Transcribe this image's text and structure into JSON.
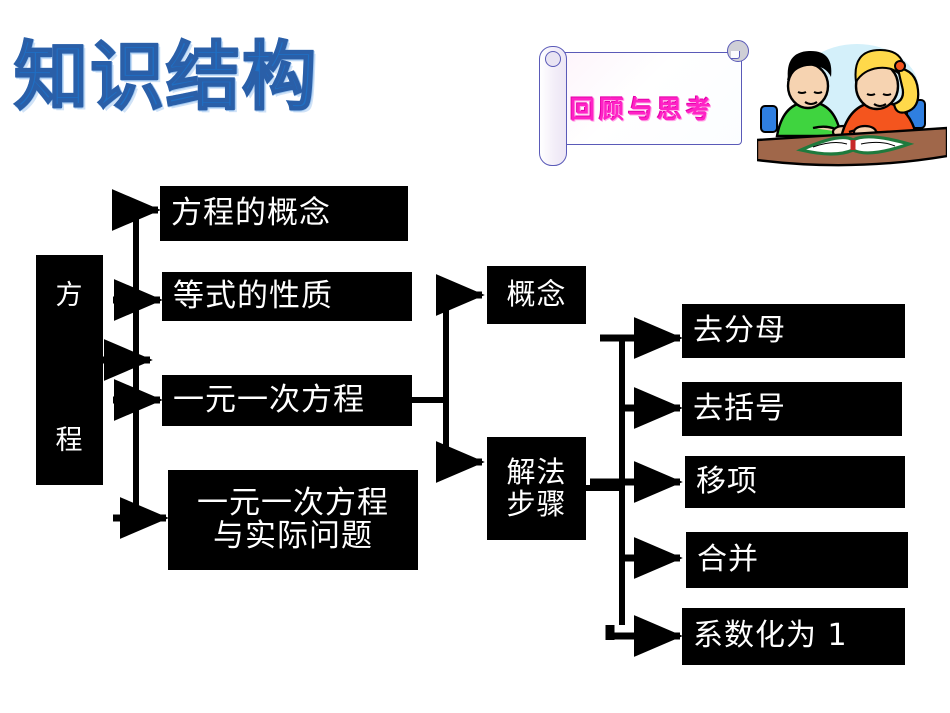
{
  "slide": {
    "title": "知识结构",
    "banner_text": "回顾与思考",
    "title_color": "#1f6fc4",
    "banner_text_color": "#ff22c6",
    "box_fill": "#000000",
    "box_text_color": "#ffffff",
    "background": "#ffffff"
  },
  "clipart": {
    "name": "two-students-reading-book",
    "student_left_shirt": "#3fd43f",
    "student_left_hair": "#000000",
    "student_right_shirt": "#f4551e",
    "student_right_hair": "#ffd94a",
    "desk_color": "#a0674a",
    "halo_color": "#d4f0fa",
    "book_color": "#ffffff",
    "book_spine": "#1f7a3d"
  },
  "diagram": {
    "root": {
      "label": "方\n程",
      "line1": "方",
      "line2": "程"
    },
    "branch_level1": [
      {
        "label": "方程的概念"
      },
      {
        "label": "等式的性质"
      },
      {
        "label": "一元一次方程"
      },
      {
        "label": "一元一次方程\n与实际问题"
      }
    ],
    "branch_level2": [
      {
        "label": "概念"
      },
      {
        "label": "解法\n步骤"
      }
    ],
    "branch_level3": [
      {
        "label": "去分母"
      },
      {
        "label": "去括号"
      },
      {
        "label": "移项"
      },
      {
        "label": "合并"
      },
      {
        "label": "系数化为 1"
      }
    ]
  }
}
